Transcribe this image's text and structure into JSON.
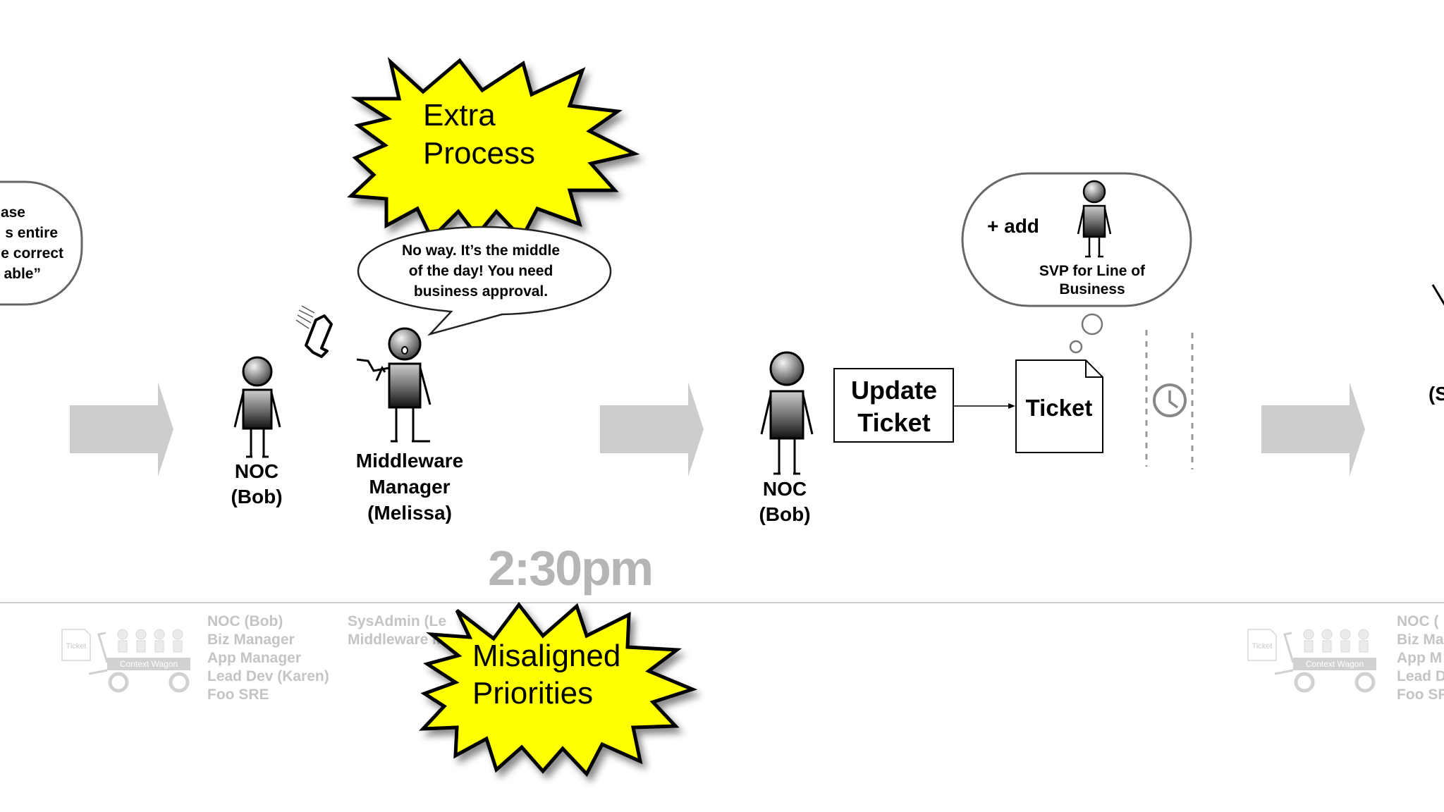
{
  "colors": {
    "arrow_gray": "#cdcdcd",
    "burst_yellow": "#ffff00",
    "timeline_gray": "#bcbcbc",
    "time_gray": "#b5b5b5",
    "faded_text": "#c4c4c4",
    "ink": "#111111"
  },
  "left_bubble": {
    "lines": [
      "ase",
      "s entire",
      "e correct",
      "able”"
    ]
  },
  "burst_top": {
    "lines": [
      "Extra",
      "Process"
    ]
  },
  "burst_bottom": {
    "lines": [
      "Misaligned",
      "Priorities"
    ]
  },
  "melissa_speech": {
    "lines": [
      "No way. It’s the middle",
      "of the day! You need",
      "business approval."
    ]
  },
  "people": {
    "noc_bob_1": {
      "lines": [
        "NOC",
        "(Bob)"
      ]
    },
    "middleware_manager": {
      "lines": [
        "Middleware",
        "Manager",
        "(Melissa)"
      ]
    },
    "noc_bob_2": {
      "lines": [
        "NOC",
        "(Bob)"
      ]
    },
    "right_cut_label": "(S"
  },
  "update_ticket_box": {
    "lines": [
      "Update",
      "Ticket"
    ]
  },
  "ticket_doc": {
    "label": "Ticket"
  },
  "thought_bubble": {
    "add_label": "+ add",
    "caption_lines": [
      "SVP for Line of",
      "Business"
    ]
  },
  "time_label": "2:30pm",
  "context_wagon_left": {
    "ticket_label": "Ticket",
    "wagon_label": "Context Wagon",
    "roster_col1": [
      "NOC (Bob)",
      "Biz Manager",
      "App Manager",
      "Lead Dev (Karen)",
      "Foo SRE"
    ],
    "roster_col2": [
      "SysAdmin (Le",
      "Middleware Ma"
    ]
  },
  "context_wagon_right": {
    "ticket_label": "Ticket",
    "wagon_label": "Context Wagon",
    "roster_col1": [
      "NOC (",
      "Biz Ma",
      "App M",
      "Lead D",
      "Foo SF"
    ]
  },
  "icons": [
    "right-arrow-icon",
    "phone-icon",
    "clock-icon",
    "stick-figure-icon",
    "wagon-icon",
    "document-icon"
  ]
}
